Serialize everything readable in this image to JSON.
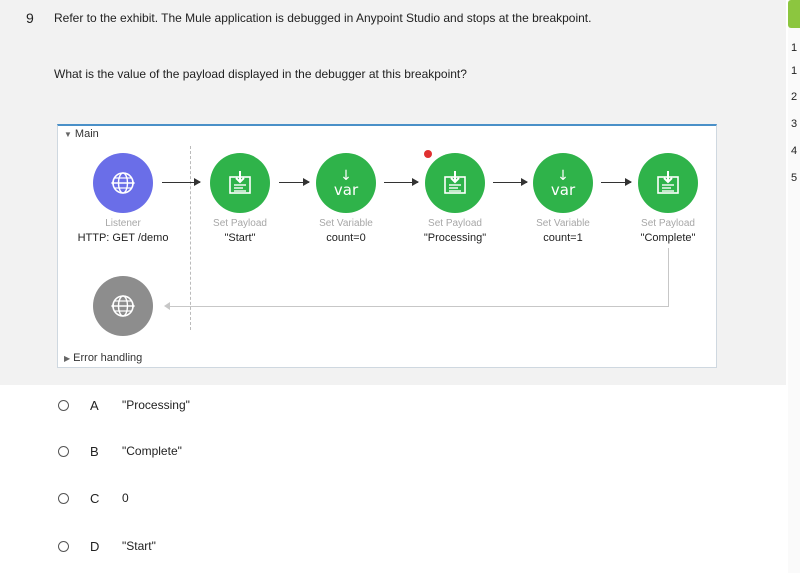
{
  "question": {
    "number": "9",
    "text": "Refer to the exhibit. The Mule application is debugged in Anypoint Studio and stops at the breakpoint.",
    "subtext": "What is the value of the payload displayed in the debugger at this breakpoint?"
  },
  "diagram": {
    "main_label": "Main",
    "error_label": "Error handling",
    "nodes": [
      {
        "type": "Listener",
        "value": "HTTP: GET /demo",
        "icon": "globe-icon",
        "color": "#6a6ee8"
      },
      {
        "type": "Set Payload",
        "value": "\"Start\"",
        "icon": "set-payload-icon",
        "color": "#2fb34a"
      },
      {
        "type": "Set Variable",
        "value": "count=0",
        "icon": "var-icon",
        "color": "#2fb34a"
      },
      {
        "type": "Set Payload",
        "value": "\"Processing\"",
        "icon": "set-payload-icon",
        "color": "#2fb34a"
      },
      {
        "type": "Set Variable",
        "value": "count=1",
        "icon": "var-icon",
        "color": "#2fb34a"
      },
      {
        "type": "Set Payload",
        "value": "\"Complete\"",
        "icon": "set-payload-icon",
        "color": "#2fb34a"
      }
    ],
    "var_label": "var",
    "breakpoint_color": "#e03030",
    "response_icon": "globe-icon"
  },
  "options": [
    {
      "letter": "A",
      "text": "\"Processing\""
    },
    {
      "letter": "B",
      "text": "\"Complete\""
    },
    {
      "letter": "C",
      "text": "0"
    },
    {
      "letter": "D",
      "text": "\"Start\""
    }
  ],
  "side_nav": {
    "numbers": [
      "1",
      "1",
      "2",
      "3",
      "4",
      "5"
    ]
  }
}
